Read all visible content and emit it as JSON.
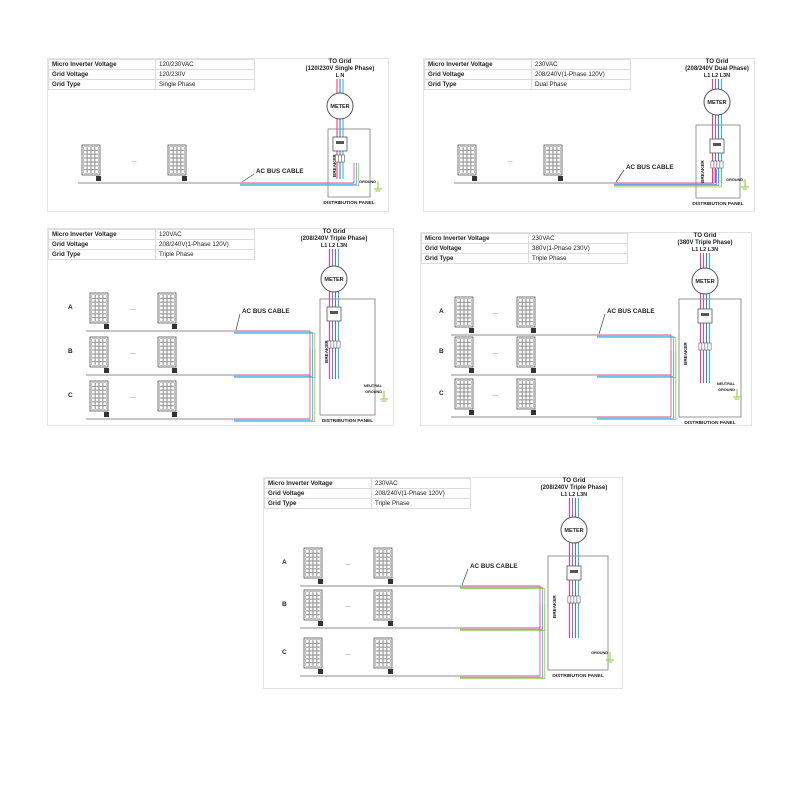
{
  "diagrams": [
    {
      "table": [
        {
          "key": "Micro Inverter Voltage",
          "value": "120/230VAC"
        },
        {
          "key": "Grid  Voltage",
          "value": "120/230V"
        },
        {
          "key": "Grid Type",
          "value": "Single Phase"
        }
      ],
      "grid_title": [
        "TO Grid",
        "(120/230V Single Phase)"
      ],
      "line_labels": "L  N",
      "meter": "METER",
      "breaker": "BREAKER",
      "ac_bus": "AC BUS CABLE",
      "panel_label": "DISTRIBUTION PANEL",
      "ground": "GROUND",
      "neutral": "",
      "rows": [
        ""
      ]
    },
    {
      "table": [
        {
          "key": "Micro Inverter Voltage",
          "value": "230VAC"
        },
        {
          "key": "Grid  Voltage",
          "value": "208/240V(1-Phase 120V)"
        },
        {
          "key": "Grid Type",
          "value": "Dual Phase"
        }
      ],
      "grid_title": [
        "TO Grid",
        "(208/240V Dual Phase)"
      ],
      "line_labels": "L1 L2 L3N",
      "meter": "METER",
      "breaker": "BREAKER",
      "ac_bus": "AC BUS CABLE",
      "panel_label": "DISTRIBUTION PANEL",
      "ground": "GROUND",
      "neutral": "",
      "rows": [
        ""
      ]
    },
    {
      "table": [
        {
          "key": "Micro Inverter Voltage",
          "value": "120VAC"
        },
        {
          "key": "Grid  Voltage",
          "value": "208/240V(1-Phase 120V)"
        },
        {
          "key": "Grid Type",
          "value": "Triple Phase"
        }
      ],
      "grid_title": [
        "TO Grid",
        "(208/240V Triple Phase)"
      ],
      "line_labels": "L1 L2 L3N",
      "meter": "METER",
      "breaker": "BREAKER",
      "ac_bus": "AC BUS CABLE",
      "panel_label": "DISTRIBUTION PANEL",
      "ground": "GROUND",
      "neutral": "NEUTRAL",
      "rows": [
        "A",
        "B",
        "C"
      ]
    },
    {
      "table": [
        {
          "key": "Micro Inverter Voltage",
          "value": "230VAC"
        },
        {
          "key": "Grid  Voltage",
          "value": "380V(1-Phase 230V)"
        },
        {
          "key": "Grid Type",
          "value": "Triple Phase"
        }
      ],
      "grid_title": [
        "TO Grid",
        "(380V Triple Phase)"
      ],
      "line_labels": "L1 L2 L3N",
      "meter": "METER",
      "breaker": "BREAKER",
      "ac_bus": "AC BUS CABLE",
      "panel_label": "DISTRIBUTION PANEL",
      "ground": "GROUND",
      "neutral": "NEUTRAL",
      "rows": [
        "A",
        "B",
        "C"
      ]
    },
    {
      "table": [
        {
          "key": "Micro Inverter Voltage",
          "value": "230VAC"
        },
        {
          "key": "Grid  Voltage",
          "value": "208/240V(1-Phase 120V)"
        },
        {
          "key": "Grid Type",
          "value": "Triple Phase"
        }
      ],
      "grid_title": [
        "TO Grid",
        "(208/240V Triple Phase)"
      ],
      "line_labels": "L1 L2 L3N",
      "meter": "METER",
      "breaker": "BREAKER",
      "ac_bus": "AC BUS CABLE",
      "panel_label": "DISTRIBUTION PANEL",
      "ground": "GROUND",
      "neutral": "",
      "rows": [
        "A",
        "B",
        "C"
      ]
    }
  ],
  "colors": {
    "wire_l1": "#e8417a",
    "wire_l2": "#a35bd6",
    "wire_l3": "#3f7fe0",
    "wire_n": "#3bb3e0",
    "wire_g": "#8cc63f",
    "cable": "#5b9ea0",
    "panel_cells": "#555555",
    "frame": "#8a8a8a"
  }
}
